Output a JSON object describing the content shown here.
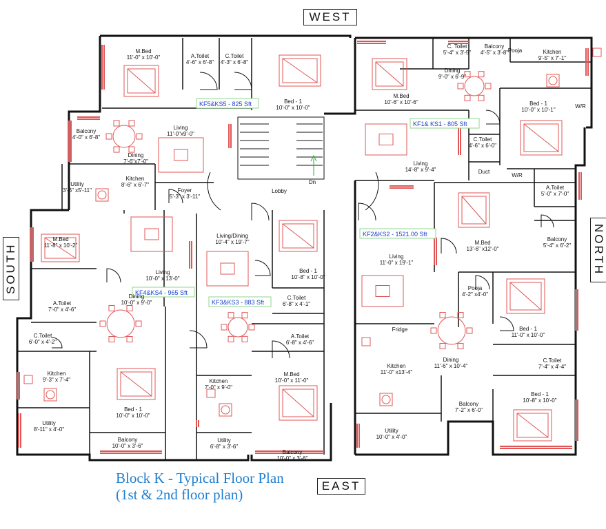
{
  "directions": {
    "west": "WEST",
    "north": "NORTH",
    "south": "SOUTH",
    "east": "EAST"
  },
  "caption": {
    "line1": "Block K - Typical Floor Plan",
    "line2": "(1st & 2nd floor plan)"
  },
  "colors": {
    "wall": "#111111",
    "furniture": "#e05555",
    "highlight_fill": "#ffffff",
    "highlight_border": "#8fd48f",
    "area_text": "#1a3fcf",
    "caption": "#1f7fd0",
    "window": "#e05555"
  },
  "unit_labels": {
    "kf5": "KF5&KS5 - 825 Sft",
    "kf1": "KF1& KS1 - 805 Sft",
    "kf2": "KF2&KS2 - 1521.00 Sft",
    "kf4": "KF4&KS4 - 965 Sft",
    "kf3": "KF3&KS3 - 883 Sft"
  },
  "rooms": [
    {
      "name": "M.Bed",
      "size": "11'-0\" x 10'-0\""
    },
    {
      "name": "A.Toilet",
      "size": "4'-6\" x 6'-8\""
    },
    {
      "name": "C.Toilet",
      "size": "4'-3\" x 6'-8\""
    },
    {
      "name": "Bed - 1",
      "size": "10'-0\" x 10'-0\""
    },
    {
      "name": "Balcony",
      "size": "4'-0\" x 6'-8\""
    },
    {
      "name": "Living",
      "size": "11'-0\"x9'-0\""
    },
    {
      "name": "Dining",
      "size": "7'-6\"x7'-0\""
    },
    {
      "name": "Kitchen",
      "size": "8'-6\" x 6'-7\""
    },
    {
      "name": "Utility",
      "size": "3'-6\" x5'-11\""
    },
    {
      "name": "Foyer",
      "size": "5'-3\" x 3'-11\""
    },
    {
      "name": "C. Toilet",
      "size": "5'-4\" x 3'-5\""
    },
    {
      "name": "Balcony",
      "size": "4'-5\" x 3'-8\""
    },
    {
      "name": "Pooja",
      "size": ""
    },
    {
      "name": "Kitchen",
      "size": "9'-5\" x 7'-1\""
    },
    {
      "name": "Dining",
      "size": "9'-0\" x 6'-9\""
    },
    {
      "name": "M.Bed",
      "size": "10'-6\" x 10'-6\""
    },
    {
      "name": "Bed - 1",
      "size": "10'-0\" x 10'-1\""
    },
    {
      "name": "W/R",
      "size": ""
    },
    {
      "name": "C.Toilet",
      "size": "4'-6\" x 6'-0\""
    },
    {
      "name": "Living",
      "size": "14'-8\" x 9'-4\""
    },
    {
      "name": "Duct",
      "size": ""
    },
    {
      "name": "W/R",
      "size": ""
    },
    {
      "name": "A.Toilet",
      "size": "5'-0\" x 7'-0\""
    },
    {
      "name": "M.Bed",
      "size": "13'-6\" x12'-0\""
    },
    {
      "name": "Balcony",
      "size": "5'-4\" x 6'-2\""
    },
    {
      "name": "Lobby",
      "size": ""
    },
    {
      "name": "Dn",
      "size": ""
    },
    {
      "name": "M.Bed",
      "size": "11'-8\" x 10'-2\""
    },
    {
      "name": "Living",
      "size": "10'-0\" x 13'-0\""
    },
    {
      "name": "Living/Dining",
      "size": "10'-4\" x 19'-7\""
    },
    {
      "name": "Bed - 1",
      "size": "10'-8\" x 10'-0\""
    },
    {
      "name": "Living",
      "size": "11'-0\" x 19'-1\""
    },
    {
      "name": "A.Toilet",
      "size": "7'-0\" x 4'-6\""
    },
    {
      "name": "Dining",
      "size": "10'-0\" x 9'-0\""
    },
    {
      "name": "C.Toilet",
      "size": "6'-8\" x 4'-1\""
    },
    {
      "name": "Pooja",
      "size": "4'-2\" x4'-0\""
    },
    {
      "name": "C.Toilet",
      "size": "6'-0\" x 4'-2\""
    },
    {
      "name": "A.Toilet",
      "size": "6'-8\" x 4'-6\""
    },
    {
      "name": "Fridge",
      "size": ""
    },
    {
      "name": "Bed - 1",
      "size": "11'-0\" x 10'-0\""
    },
    {
      "name": "Kitchen",
      "size": "9'-3\" x 7'-4\""
    },
    {
      "name": "Kitchen",
      "size": "7'-0\" x 9'-0\""
    },
    {
      "name": "M.Bed",
      "size": "10'-0\" x 11'-0\""
    },
    {
      "name": "Kitchen",
      "size": "11'-0\" x13'-4\""
    },
    {
      "name": "Dining",
      "size": "11'-6\" x 10'-4\""
    },
    {
      "name": "C.Toilet",
      "size": "7'-4\" x 4'-4\""
    },
    {
      "name": "Bed - 1",
      "size": "10'-0\" x 10'-0\""
    },
    {
      "name": "Bed - 1",
      "size": "10'-8\" x 10'-0\""
    },
    {
      "name": "Balcony",
      "size": "7'-2\" x 6'-0\""
    },
    {
      "name": "Utility",
      "size": "8'-11\" x 4'-0\""
    },
    {
      "name": "Balcony",
      "size": "10'-0\" x 3'-6\""
    },
    {
      "name": "Utility",
      "size": "6'-8\" x 3'-6\""
    },
    {
      "name": "Balcony",
      "size": "10'-0\" x 3'-6\""
    },
    {
      "name": "Utility",
      "size": "10'-0\" x 4'-0\""
    }
  ]
}
